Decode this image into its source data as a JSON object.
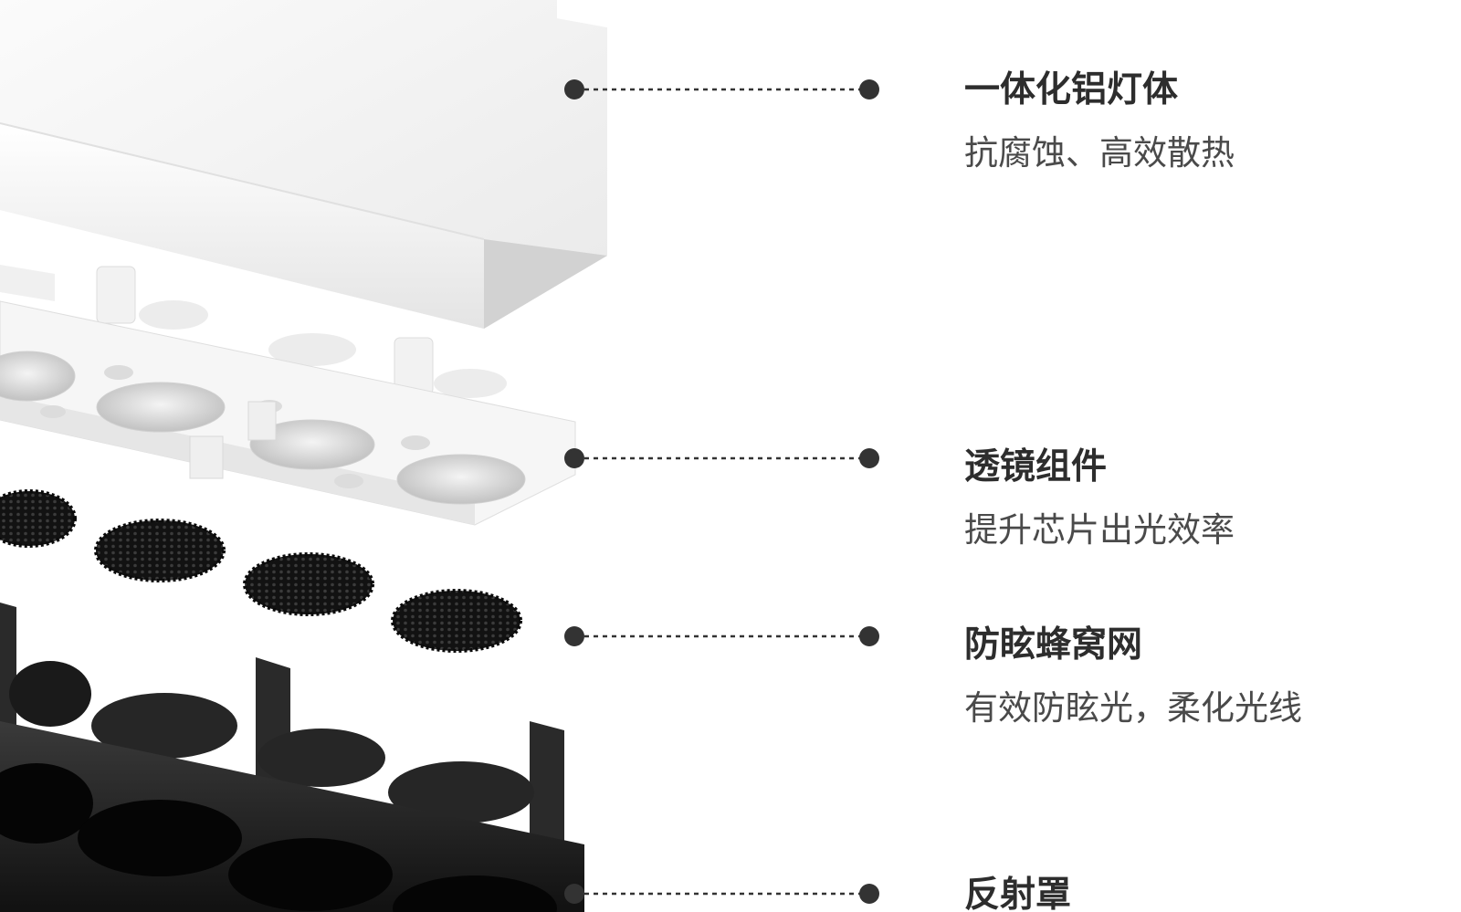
{
  "features": [
    {
      "title": "一体化铝灯体",
      "desc": "抗腐蚀、高效散热"
    },
    {
      "title": "透镜组件",
      "desc": "提升芯片出光效率"
    },
    {
      "title": "防眩蜂窝网",
      "desc": "有效防眩光，柔化光线"
    },
    {
      "title": "反射罩",
      "desc": ""
    }
  ],
  "colors": {
    "title_text": "#2d2d2d",
    "desc_text": "#4a4a4a",
    "leader_line": "#333333",
    "housing_white": "#f3f3f3",
    "honeycomb_black": "#151515",
    "reflector_black": "#1f1f1f"
  }
}
